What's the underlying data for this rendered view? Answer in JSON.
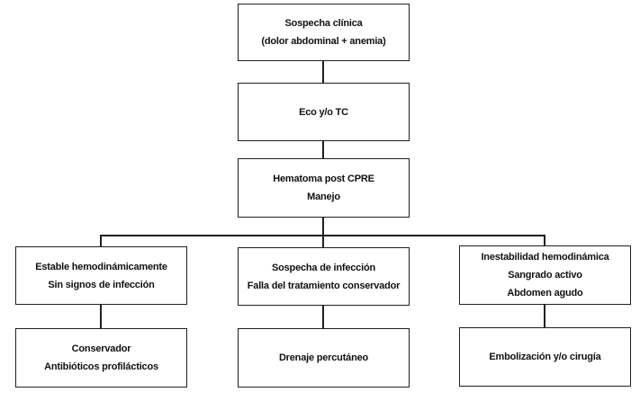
{
  "colors": {
    "box_border": "#1f1f1f",
    "box_background": "#ffffff",
    "text": "#111111",
    "connector": "#1f1f1f",
    "page_background": "#ffffff"
  },
  "diagram": {
    "type": "flowchart",
    "nodes": {
      "clinical_suspicion": {
        "line1": "Sospecha clínica",
        "line2": "(dolor abdominal + anemia)"
      },
      "imaging": {
        "line1": "Eco y/o TC"
      },
      "management": {
        "line1": "Hematoma post CPRE",
        "line2": "Manejo"
      },
      "branch_stable": {
        "line1": "Estable hemodinámicamente",
        "line2": "Sin signos de infección"
      },
      "branch_infection": {
        "line1": "Sospecha de infección",
        "line2": "Falla del tratamiento conservador"
      },
      "branch_unstable": {
        "line1": "Inestabilidad hemodinámica",
        "line2": "Sangrado activo",
        "line3": "Abdomen agudo"
      },
      "outcome_conservative": {
        "line1": "Conservador",
        "line2": "Antibióticos profilácticos"
      },
      "outcome_drainage": {
        "line1": "Drenaje percutáneo"
      },
      "outcome_embolization": {
        "line1": "Embolización y/o cirugía"
      }
    }
  }
}
